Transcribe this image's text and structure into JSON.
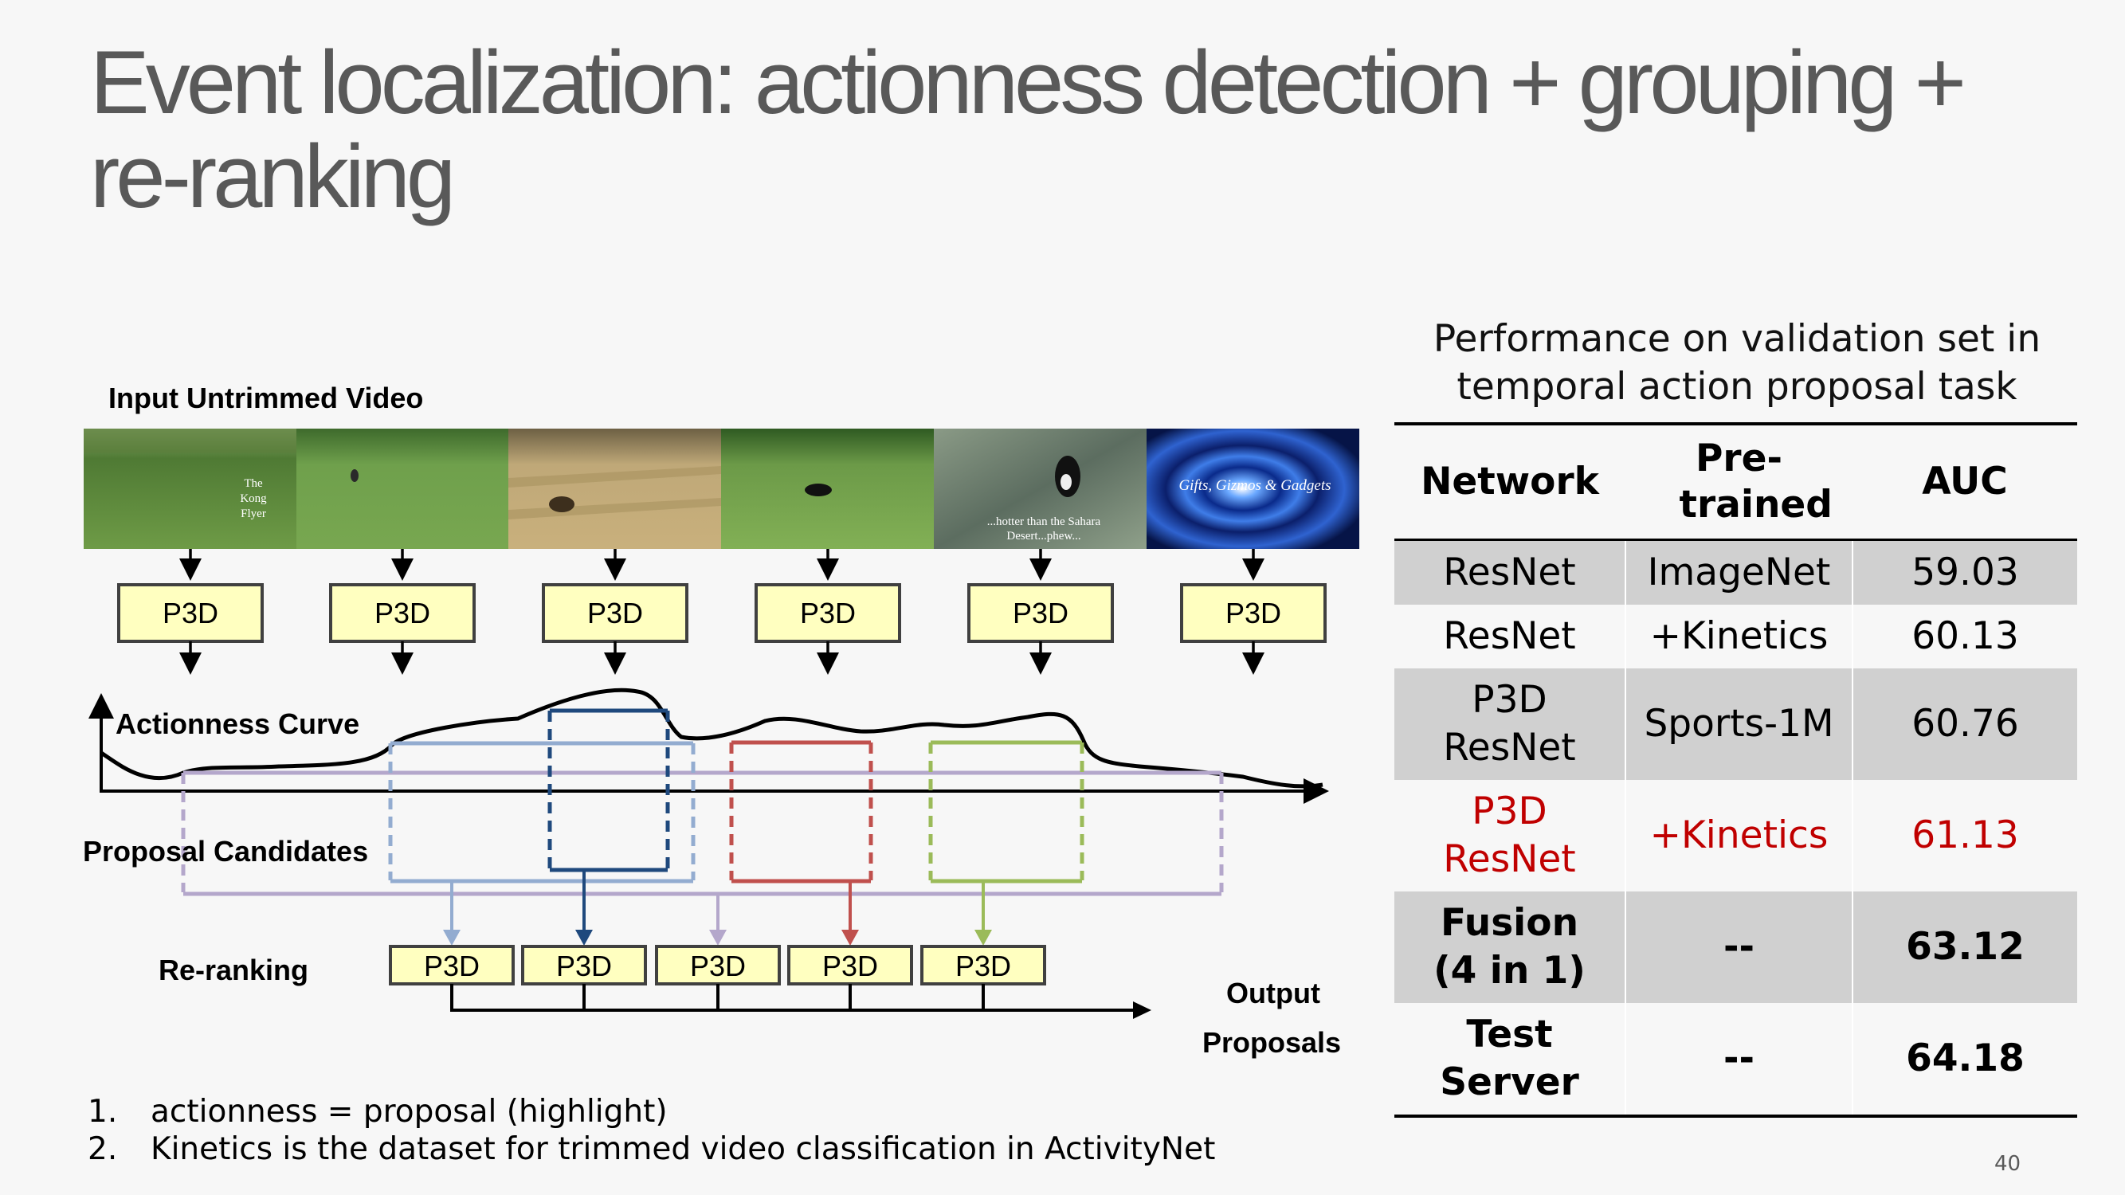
{
  "title": "Event localization: actionness detection + grouping + re-ranking",
  "diagram": {
    "input_label": "Input Untrimmed Video",
    "frames": [
      {
        "caption_lines": [
          "The",
          "Kong",
          "Flyer"
        ]
      },
      {
        "caption_lines": []
      },
      {
        "caption_lines": []
      },
      {
        "caption_lines": []
      },
      {
        "caption_lines": [
          "...hotter than the Sahara",
          "Desert...phew..."
        ]
      },
      {
        "caption_lines": [
          "Gifts, Gizmos & Gadgets"
        ]
      }
    ],
    "p3d_label": "P3D",
    "actionness_label": "Actionness Curve",
    "proposal_label": "Proposal Candidates",
    "reranking_label": "Re-ranking",
    "output_label_1": "Output",
    "output_label_2": "Proposals",
    "colors": {
      "light_blue": "#93acd0",
      "dark_blue": "#1f497d",
      "purple": "#b4a7cb",
      "red": "#c0504d",
      "green": "#9bbb59",
      "box_fill": "#ffffc0"
    }
  },
  "table": {
    "caption_line1": "Performance on validation set in",
    "caption_line2": "temporal action proposal task",
    "headers": [
      "Network",
      "Pre-trained",
      "AUC"
    ],
    "rows": [
      {
        "network": [
          "ResNet"
        ],
        "pretrained": "ImageNet",
        "auc": "59.03"
      },
      {
        "network": [
          "ResNet"
        ],
        "pretrained": "+Kinetics",
        "auc": "60.13"
      },
      {
        "network": [
          "P3D",
          "ResNet"
        ],
        "pretrained": "Sports-1M",
        "auc": "60.76"
      },
      {
        "network": [
          "P3D",
          "ResNet"
        ],
        "pretrained": "+Kinetics",
        "auc": "61.13",
        "highlight_color": "#c00000"
      },
      {
        "network": [
          "Fusion",
          "(4 in 1)"
        ],
        "pretrained": "--",
        "auc": "63.12"
      },
      {
        "network": [
          "Test",
          "Server"
        ],
        "pretrained": "--",
        "auc": "64.18"
      }
    ]
  },
  "notes": [
    {
      "num": "1.",
      "text": "actionness = proposal (highlight)"
    },
    {
      "num": "2.",
      "text": "Kinetics is the dataset for trimmed video classification in ActivityNet"
    }
  ],
  "page_number": "40"
}
